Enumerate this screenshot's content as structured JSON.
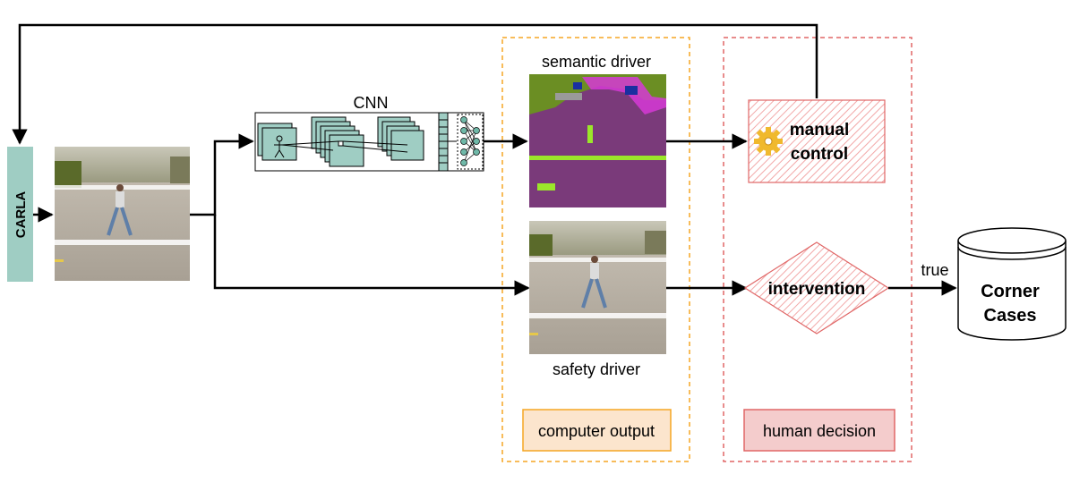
{
  "source": {
    "label": "CARLA",
    "color": "#9fcdc3"
  },
  "cnn": {
    "label": "CNN",
    "color": "#9fcdc3"
  },
  "semantic_driver": {
    "label": "semantic driver"
  },
  "safety_driver": {
    "label": "safety driver"
  },
  "manual_control": {
    "label_line1": "manual",
    "label_line2": "control",
    "color": "#e06666"
  },
  "intervention": {
    "label": "intervention",
    "color": "#e06666"
  },
  "edge_true": {
    "label": "true"
  },
  "corner_cases": {
    "label_line1": "Corner",
    "label_line2": "Cases"
  },
  "groups": {
    "computer_output": {
      "label": "computer output",
      "color": "#f5a623",
      "fill": "#fce5cd"
    },
    "human_decision": {
      "label": "human decision",
      "color": "#e06666",
      "fill": "#f4cccc"
    }
  },
  "segmentation_colors": {
    "road": "#7a3a7a",
    "sky_vegetation": "#6b8e23",
    "sidewalk": "#d63ad6",
    "lane_marks": "#9be62a",
    "pedestrian": "#1a2fa0"
  }
}
